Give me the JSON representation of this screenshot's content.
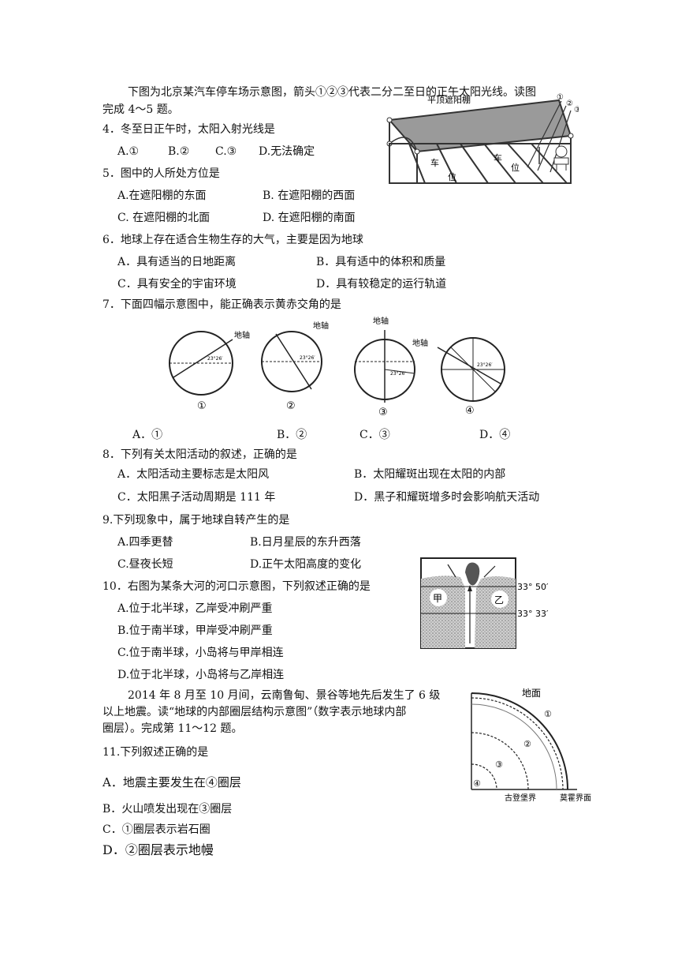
{
  "intro1": "下图为北京某汽车停车场示意图，箭头①②③代表二分二至日的正午太阳光线。读图",
  "intro1b": "完成 4～5 题。",
  "q4": {
    "stem": "4．冬至日正午时，太阳入射光线是",
    "a": "A.①",
    "b": "B.②",
    "c": "C.③",
    "d": "D.无法确定"
  },
  "q5": {
    "stem": "5．图中的人所处方位是",
    "a": "A.在遮阳棚的东面",
    "b": "B.  在遮阳棚的西面",
    "c": "C.  在遮阳棚的北面",
    "d": "D.  在遮阳棚的南面"
  },
  "q6": {
    "stem": "6．地球上存在适合生物生存的大气，主要是因为地球",
    "a": "A．具有适当的日地距离",
    "b": "B．具有适中的体积和质量",
    "c": "C．具有安全的宇宙环境",
    "d": "D．具有较稳定的运行轨道"
  },
  "q7": {
    "stem": "7．下面四幅示意图中，能正确表示黄赤交角的是",
    "a": "A．①",
    "b": "B．②",
    "c": "C．③",
    "d": "D．④"
  },
  "q8": {
    "stem": "8．下列有关太阳活动的叙述，正确的是",
    "a": "A．太阳活动主要标志是太阳风",
    "b": "B．太阳耀斑出现在太阳的内部",
    "c": "C．太阳黑子活动周期是 111 年",
    "d": "D．黑子和耀斑增多时会影响航天活动"
  },
  "q9": {
    "stem": "9.下列现象中，属于地球自转产生的是",
    "a": "A.四季更替",
    "b": "B.日月星辰的东升西落",
    "c": "C.昼夜长短",
    "d": "D.正午太阳高度的变化"
  },
  "q10": {
    "stem": "10．右图为某条大河的河口示意图，下列叙述正确的是",
    "a": "A.位于北半球，乙岸受冲刷严重",
    "b": "B.位于南半球，甲岸受冲刷严重",
    "c": "C.位于南半球，小岛将与甲岸相连",
    "d": "D.位于北半球，小岛将与乙岸相连"
  },
  "intro2a": "2014 年 8 月至 10 月间，云南鲁甸、景谷等地先后发生了 6 级",
  "intro2b": "以上地震。读“地球的内部圈层结构示意图”（数字表示地球内部",
  "intro2c": "圈层）。完成第 11～12 题。",
  "q11": {
    "stem": "11.下列叙述正确的是",
    "a": "A．地震主要发生在④圈层",
    "b": "B．火山喷发出现在③圈层",
    "c": "C．①圈层表示岩石圈",
    "d": "D．②圈层表示地幔"
  },
  "fig_parking": {
    "roof": "平顶遮阳棚",
    "car": "车",
    "pos": "位",
    "n1": "①",
    "n2": "②",
    "n3": "③"
  },
  "fig_axis": {
    "label": "地轴",
    "angle": "23°26′",
    "n1": "①",
    "n2": "②",
    "n3": "③",
    "n4": "④"
  },
  "fig_river": {
    "jia": "甲",
    "yi": "乙",
    "lat1": "33° 50′",
    "lat2": "33° 33′"
  },
  "fig_earth": {
    "ground": "地面",
    "n1": "①",
    "n2": "②",
    "n3": "③",
    "n4": "④",
    "moho": "古登堡界",
    "gut": "莫霍界面"
  }
}
